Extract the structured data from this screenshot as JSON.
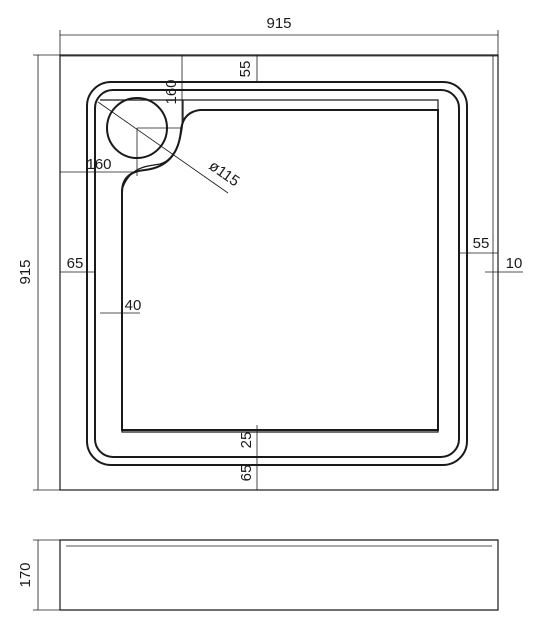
{
  "dimensions": {
    "overall_width": "915",
    "overall_depth": "915",
    "rim_top": "55",
    "drain_offset_vertical": "160",
    "drain_offset_horizontal": "160",
    "drain_diameter": "ø115",
    "rim_left": "65",
    "rim_right": "55",
    "edge_right": "10",
    "inner_step_left": "40",
    "inner_step_bottom": "25",
    "rim_bottom": "65",
    "height": "170"
  }
}
